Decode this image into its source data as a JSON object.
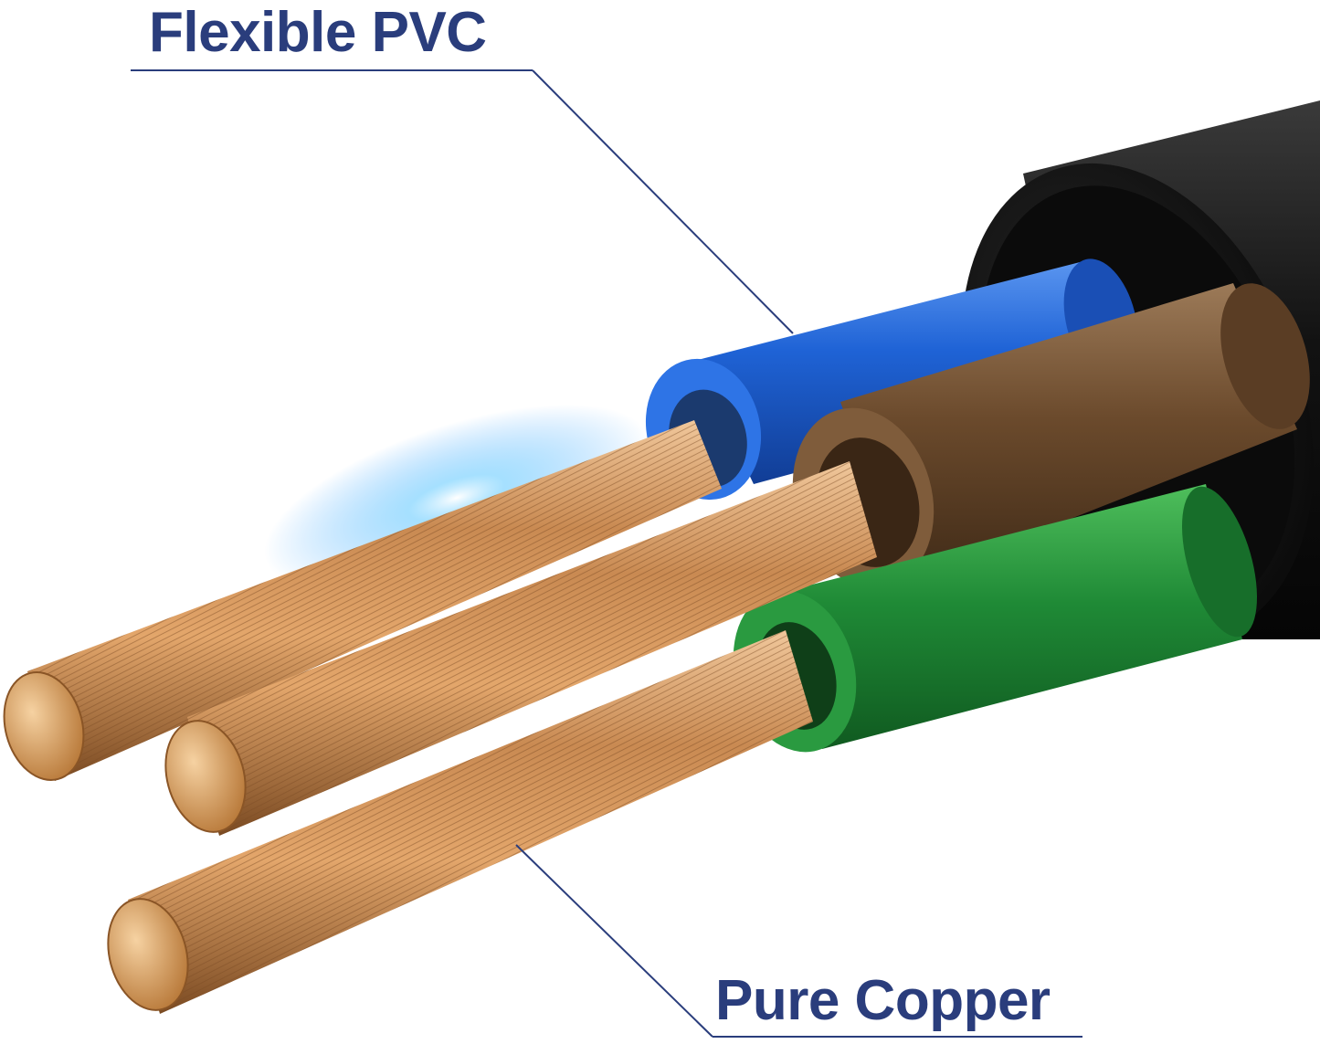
{
  "callouts": {
    "top": {
      "text": "Flexible PVC"
    },
    "bottom": {
      "text": "Pure Copper"
    }
  },
  "colors": {
    "label": "#2a3d7c",
    "leader_line": "#2a3d7c",
    "jacket": "#141414",
    "blue_wire": "#1f63d6",
    "brown_wire": "#6b4a2c",
    "green_wire": "#1f8a36",
    "copper": "#c98a52"
  },
  "icons": [
    "cable-cross-section-illustration"
  ]
}
